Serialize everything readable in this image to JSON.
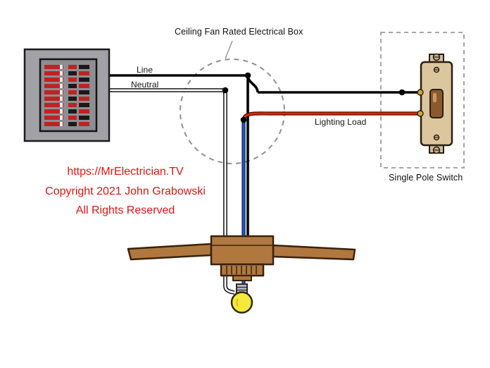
{
  "labels": {
    "electrical_box": "Ceiling Fan Rated Electrical Box",
    "line": "Line",
    "neutral": "Neutral",
    "lighting_load": "Lighting Load",
    "switch": "Single Pole Switch"
  },
  "watermark": {
    "url": "https://MrElectrician.TV",
    "copyright": "Copyright 2021 John Grabowski",
    "rights": "All Rights Reserved",
    "color": "#e81313"
  },
  "wires": {
    "line_color": "#000000",
    "neutral_color": "#ffffff",
    "lighting_load_color": "#e02500",
    "light_fixture_color": "#2257d0"
  },
  "icons": {
    "breaker_panel": "breaker-panel-icon",
    "single_pole_switch": "toggle-switch-icon",
    "ceiling_fan": "ceiling-fan-icon",
    "light_bulb": "light-bulb-icon"
  }
}
